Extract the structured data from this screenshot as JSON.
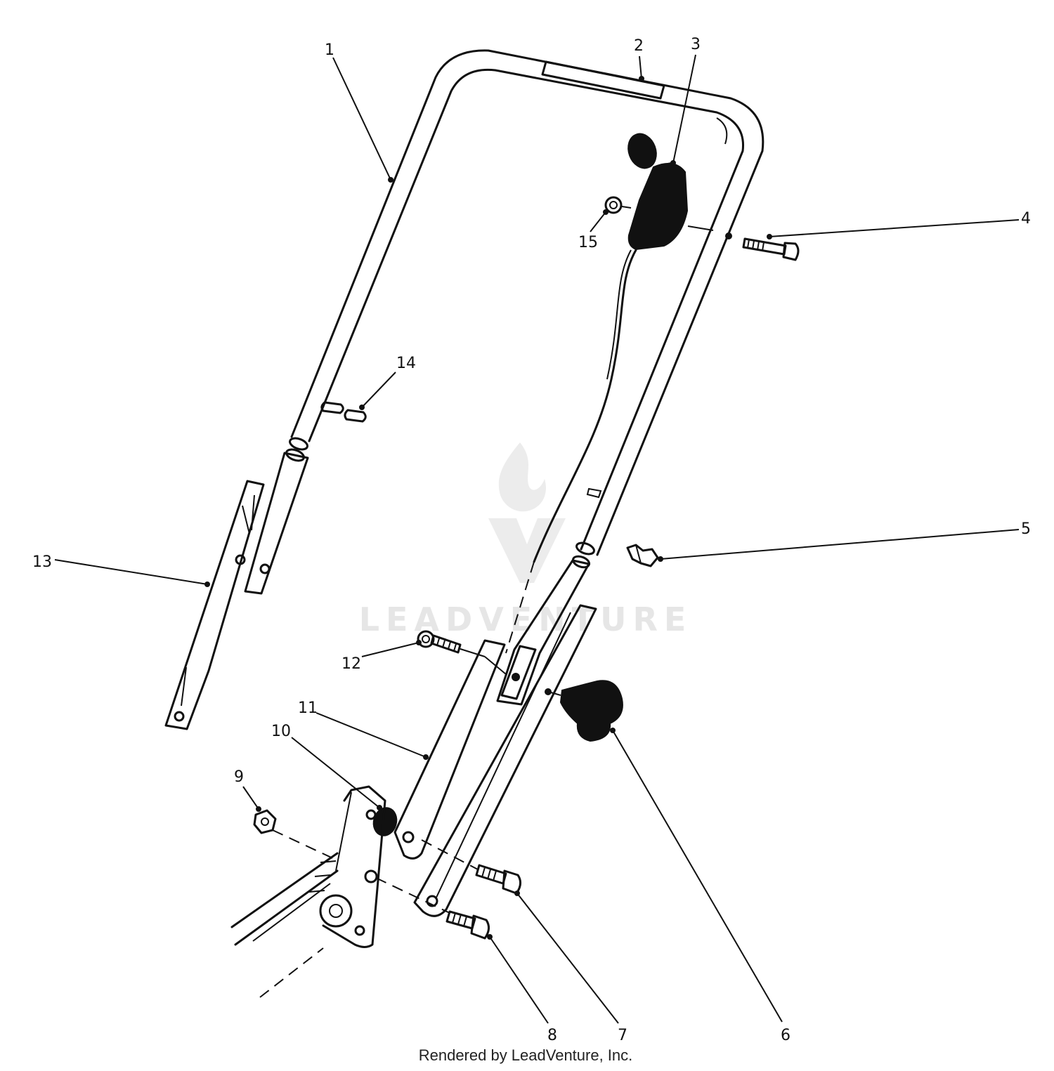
{
  "diagram": {
    "callouts": [
      "1",
      "2",
      "3",
      "4",
      "5",
      "6",
      "7",
      "8",
      "9",
      "10",
      "11",
      "12",
      "13",
      "14",
      "15"
    ],
    "watermark": "LEADVENTURE",
    "footer": "Rendered by LeadVenture, Inc."
  }
}
